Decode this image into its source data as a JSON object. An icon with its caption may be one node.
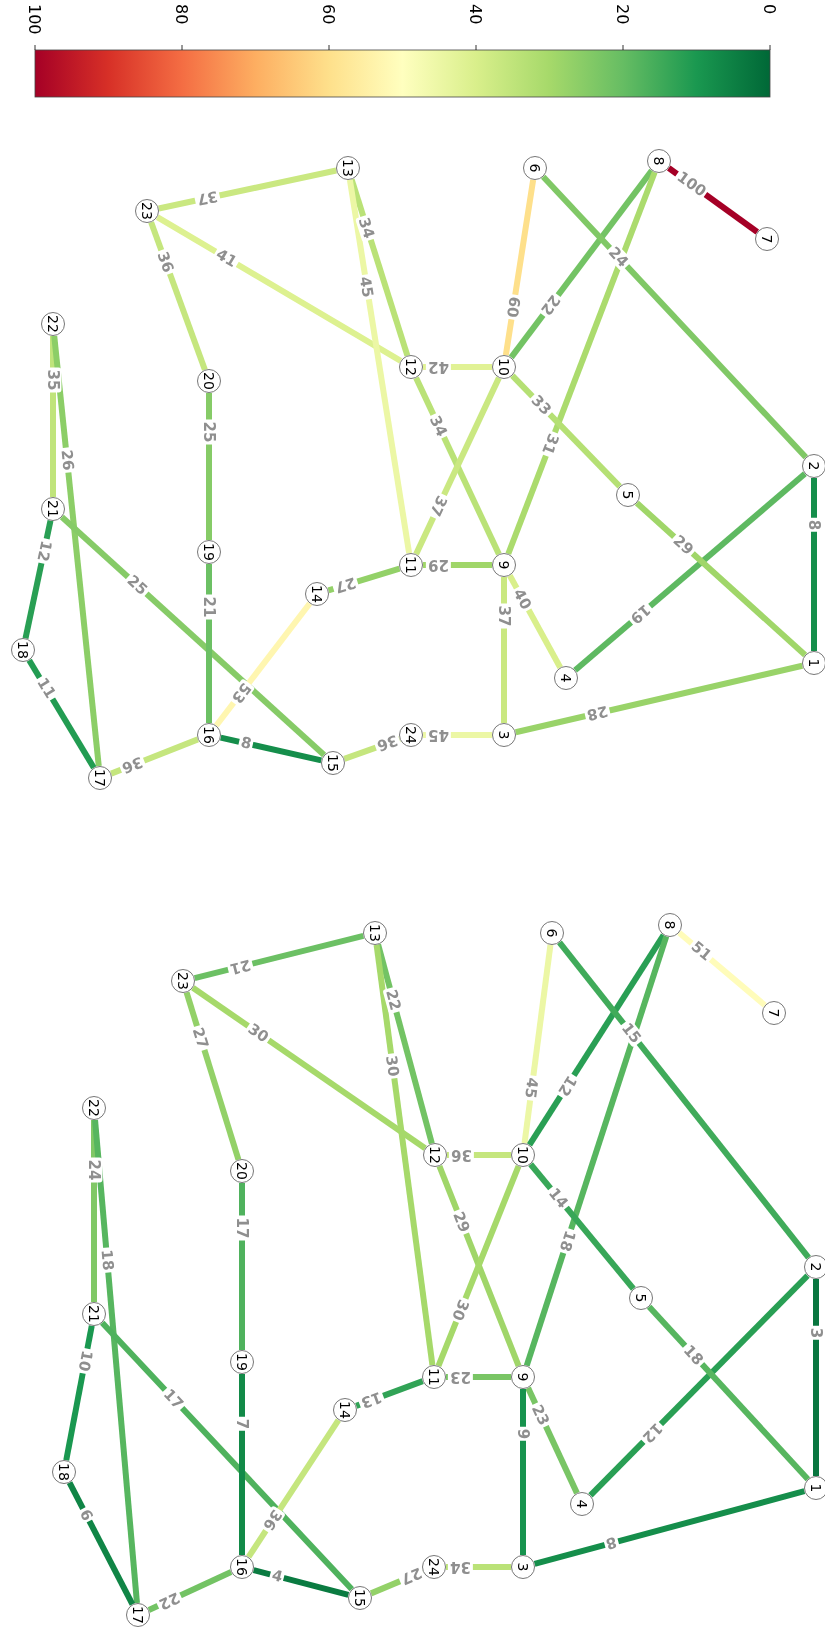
{
  "diagram": {
    "nodes": [
      {
        "text": [
          "1"
        ]
      },
      {
        "text": [
          "2"
        ]
      },
      {
        "text": [
          "3"
        ]
      },
      {
        "text": [
          "4"
        ]
      },
      {
        "text": [
          "5"
        ]
      },
      {
        "text": [
          "6"
        ]
      },
      {
        "text": [
          "7"
        ]
      },
      {
        "text": [
          "8"
        ]
      },
      {
        "text": [
          "9"
        ]
      },
      {
        "text": [
          "10"
        ]
      },
      {
        "text": [
          "11"
        ]
      },
      {
        "text": [
          "12"
        ]
      },
      {
        "text": [
          "13"
        ]
      },
      {
        "text": [
          "14"
        ]
      },
      {
        "text": [
          "15"
        ]
      },
      {
        "text": [
          "16"
        ]
      },
      {
        "text": [
          "17"
        ]
      },
      {
        "text": [
          "18"
        ]
      },
      {
        "text": [
          "19"
        ]
      },
      {
        "text": [
          "20"
        ]
      },
      {
        "text": [
          "21"
        ]
      },
      {
        "text": [
          "22"
        ]
      },
      {
        "text": [
          "23"
        ]
      },
      {
        "text": [
          "24"
        ]
      },
      {
        "text": [
          "1"
        ]
      },
      {
        "text": [
          "2"
        ]
      },
      {
        "text": [
          "3"
        ]
      },
      {
        "text": [
          "4"
        ]
      },
      {
        "text": [
          "5"
        ]
      },
      {
        "text": [
          "6"
        ]
      },
      {
        "text": [
          "7"
        ]
      },
      {
        "text": [
          "8"
        ]
      },
      {
        "text": [
          "9"
        ]
      },
      {
        "text": [
          "10"
        ]
      },
      {
        "text": [
          "11"
        ]
      },
      {
        "text": [
          "12"
        ]
      },
      {
        "text": [
          "13"
        ]
      },
      {
        "text": [
          "14"
        ]
      },
      {
        "text": [
          "15"
        ]
      },
      {
        "text": [
          "16"
        ]
      },
      {
        "text": [
          "17"
        ]
      },
      {
        "text": [
          "18"
        ]
      },
      {
        "text": [
          "19"
        ]
      },
      {
        "text": [
          "20"
        ]
      },
      {
        "text": [
          "21"
        ]
      },
      {
        "text": [
          "22"
        ]
      },
      {
        "text": [
          "23"
        ]
      },
      {
        "text": [
          "24"
        ]
      }
    ],
    "edges": [
      {
        "from": 22,
        "to": 12,
        "arrow": "none",
        "label": "37",
        "color": "#cae881"
      },
      {
        "from": 22,
        "to": 11,
        "arrow": "none",
        "label": "41",
        "color": "#ddf190"
      },
      {
        "from": 22,
        "to": 19,
        "arrow": "none",
        "label": "36",
        "color": "#c5e67e"
      },
      {
        "from": 12,
        "to": 11,
        "arrow": "none",
        "label": "34",
        "color": "#bae277"
      },
      {
        "from": 12,
        "to": 10,
        "arrow": "none",
        "label": "45",
        "color": "#ecf7a5"
      },
      {
        "from": 9,
        "to": 5,
        "arrow": "none",
        "label": "60",
        "color": "#fee08b"
      },
      {
        "from": 9,
        "to": 7,
        "arrow": "none",
        "label": "22",
        "color": "#73c364"
      },
      {
        "from": 5,
        "to": 1,
        "arrow": "none",
        "label": "24",
        "color": "#80c866"
      },
      {
        "from": 8,
        "to": 7,
        "arrow": "none",
        "label": "31",
        "color": "#abdb6d"
      },
      {
        "from": 7,
        "to": 6,
        "arrow": "none",
        "label": "100",
        "color": "#a50026"
      },
      {
        "from": 21,
        "to": 20,
        "arrow": "none",
        "label": "35",
        "color": "#c0e47b"
      },
      {
        "from": 21,
        "to": 16,
        "arrow": "none",
        "label": "26",
        "color": "#8cce67"
      },
      {
        "from": 19,
        "to": 18,
        "arrow": "none",
        "label": "25",
        "color": "#86cb67"
      },
      {
        "from": 11,
        "to": 9,
        "arrow": "none",
        "label": "42",
        "color": "#e1f295"
      },
      {
        "from": 11,
        "to": 8,
        "arrow": "none",
        "label": "34",
        "color": "#bae277"
      },
      {
        "from": 10,
        "to": 9,
        "arrow": "none",
        "label": "37",
        "color": "#cae881"
      },
      {
        "from": 9,
        "to": 4,
        "arrow": "none",
        "label": "33",
        "color": "#b5e074"
      },
      {
        "from": 1,
        "to": 0,
        "arrow": "none",
        "label": "8",
        "color": "#158e4b"
      },
      {
        "from": 3,
        "to": 1,
        "arrow": "none",
        "label": "19",
        "color": "#5eb961"
      },
      {
        "from": 4,
        "to": 0,
        "arrow": "none",
        "label": "29",
        "color": "#a0d669"
      },
      {
        "from": 20,
        "to": 17,
        "arrow": "none",
        "label": "12",
        "color": "#299f54"
      },
      {
        "from": 20,
        "to": 14,
        "arrow": "none",
        "label": "25",
        "color": "#86cb67"
      },
      {
        "from": 18,
        "to": 15,
        "arrow": "none",
        "label": "21",
        "color": "#6cc064"
      },
      {
        "from": 13,
        "to": 10,
        "arrow": "none",
        "label": "27",
        "color": "#93d168"
      },
      {
        "from": 10,
        "to": 8,
        "arrow": "none",
        "label": "29",
        "color": "#a0d669"
      },
      {
        "from": 8,
        "to": 3,
        "arrow": "none",
        "label": "40",
        "color": "#d9ef8b"
      },
      {
        "from": 8,
        "to": 2,
        "arrow": "none",
        "label": "37",
        "color": "#cae881"
      },
      {
        "from": 15,
        "to": 13,
        "arrow": "none",
        "label": "53",
        "color": "#fff6b0"
      },
      {
        "from": 17,
        "to": 16,
        "arrow": "none",
        "label": "11",
        "color": "#229c52"
      },
      {
        "from": 16,
        "to": 15,
        "arrow": "none",
        "label": "36",
        "color": "#c5e67e"
      },
      {
        "from": 15,
        "to": 14,
        "arrow": "none",
        "label": "8",
        "color": "#158e4b"
      },
      {
        "from": 23,
        "to": 14,
        "arrow": "none",
        "label": "36",
        "color": "#c5e67e"
      },
      {
        "from": 23,
        "to": 2,
        "arrow": "none",
        "label": "45",
        "color": "#ecf7a5"
      },
      {
        "from": 2,
        "to": 0,
        "arrow": "none",
        "label": "28",
        "color": "#99d369"
      },
      {
        "from": 46,
        "to": 36,
        "arrow": "none",
        "label": "21",
        "color": "#6cc064"
      },
      {
        "from": 46,
        "to": 35,
        "arrow": "none",
        "label": "30",
        "color": "#a6d96a"
      },
      {
        "from": 46,
        "to": 43,
        "arrow": "none",
        "label": "27",
        "color": "#93d168"
      },
      {
        "from": 36,
        "to": 35,
        "arrow": "none",
        "label": "22",
        "color": "#73c364"
      },
      {
        "from": 36,
        "to": 34,
        "arrow": "none",
        "label": "30",
        "color": "#a6d96a"
      },
      {
        "from": 33,
        "to": 29,
        "arrow": "none",
        "label": "45",
        "color": "#ecf7a5"
      },
      {
        "from": 33,
        "to": 31,
        "arrow": "none",
        "label": "12",
        "color": "#299f54"
      },
      {
        "from": 29,
        "to": 25,
        "arrow": "none",
        "label": "15",
        "color": "#40ab5a"
      },
      {
        "from": 32,
        "to": 31,
        "arrow": "none",
        "label": "18",
        "color": "#57b65f"
      },
      {
        "from": 31,
        "to": 30,
        "arrow": "none",
        "label": "51",
        "color": "#fffcba"
      },
      {
        "from": 45,
        "to": 44,
        "arrow": "none",
        "label": "24",
        "color": "#80c866"
      },
      {
        "from": 45,
        "to": 40,
        "arrow": "none",
        "label": "18",
        "color": "#57b65f"
      },
      {
        "from": 43,
        "to": 42,
        "arrow": "none",
        "label": "17",
        "color": "#4fb25d"
      },
      {
        "from": 35,
        "to": 33,
        "arrow": "none",
        "label": "36",
        "color": "#c5e67e"
      },
      {
        "from": 35,
        "to": 32,
        "arrow": "none",
        "label": "29",
        "color": "#a0d669"
      },
      {
        "from": 34,
        "to": 33,
        "arrow": "none",
        "label": "30",
        "color": "#a6d96a"
      },
      {
        "from": 33,
        "to": 28,
        "arrow": "none",
        "label": "14",
        "color": "#38a758"
      },
      {
        "from": 25,
        "to": 24,
        "arrow": "none",
        "label": "3",
        "color": "#08763f"
      },
      {
        "from": 27,
        "to": 25,
        "arrow": "none",
        "label": "12",
        "color": "#299f54"
      },
      {
        "from": 28,
        "to": 24,
        "arrow": "none",
        "label": "18",
        "color": "#57b65f"
      },
      {
        "from": 44,
        "to": 41,
        "arrow": "none",
        "label": "10",
        "color": "#1a9850"
      },
      {
        "from": 44,
        "to": 38,
        "arrow": "none",
        "label": "17",
        "color": "#4fb25d"
      },
      {
        "from": 42,
        "to": 39,
        "arrow": "none",
        "label": "7",
        "color": "#128a48"
      },
      {
        "from": 37,
        "to": 34,
        "arrow": "none",
        "label": "13",
        "color": "#31a356"
      },
      {
        "from": 34,
        "to": 32,
        "arrow": "none",
        "label": "23",
        "color": "#79c565"
      },
      {
        "from": 32,
        "to": 27,
        "arrow": "none",
        "label": "23",
        "color": "#79c565"
      },
      {
        "from": 32,
        "to": 26,
        "arrow": "none",
        "label": "9",
        "color": "#17934e"
      },
      {
        "from": 39,
        "to": 37,
        "arrow": "none",
        "label": "36",
        "color": "#c5e67e"
      },
      {
        "from": 41,
        "to": 40,
        "arrow": "none",
        "label": "6",
        "color": "#108546"
      },
      {
        "from": 40,
        "to": 39,
        "arrow": "none",
        "label": "22",
        "color": "#73c364"
      },
      {
        "from": 39,
        "to": 38,
        "arrow": "none",
        "label": "4",
        "color": "#0a7b41"
      },
      {
        "from": 47,
        "to": 38,
        "arrow": "none",
        "label": "27",
        "color": "#93d168"
      },
      {
        "from": 47,
        "to": 26,
        "arrow": "none",
        "label": "34",
        "color": "#bae277"
      },
      {
        "from": 26,
        "to": 24,
        "arrow": "none",
        "label": "8",
        "color": "#158e4b"
      }
    ],
    "labels": [
      "100",
      "80",
      "60",
      "40",
      "20",
      "0"
    ]
  }
}
